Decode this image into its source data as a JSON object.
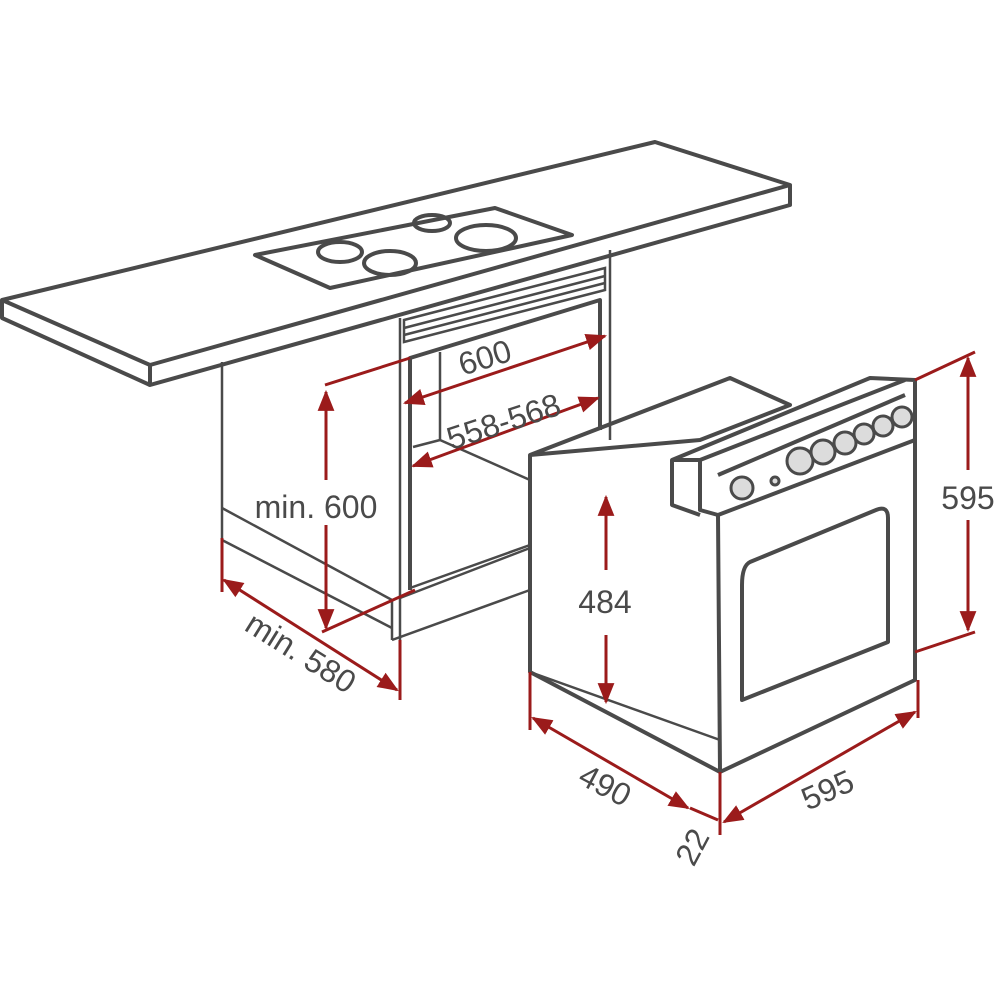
{
  "dimensions": {
    "niche_width_outer": "600",
    "niche_width_inner": "558-568",
    "niche_height_min": "min. 600",
    "niche_depth_min": "min. 580",
    "oven_body_height": "484",
    "oven_height": "595",
    "oven_depth": "490",
    "oven_width": "595",
    "front_thickness": "22"
  },
  "colors": {
    "line": "#4a4a4a",
    "dimension": "#9b1b1b"
  }
}
